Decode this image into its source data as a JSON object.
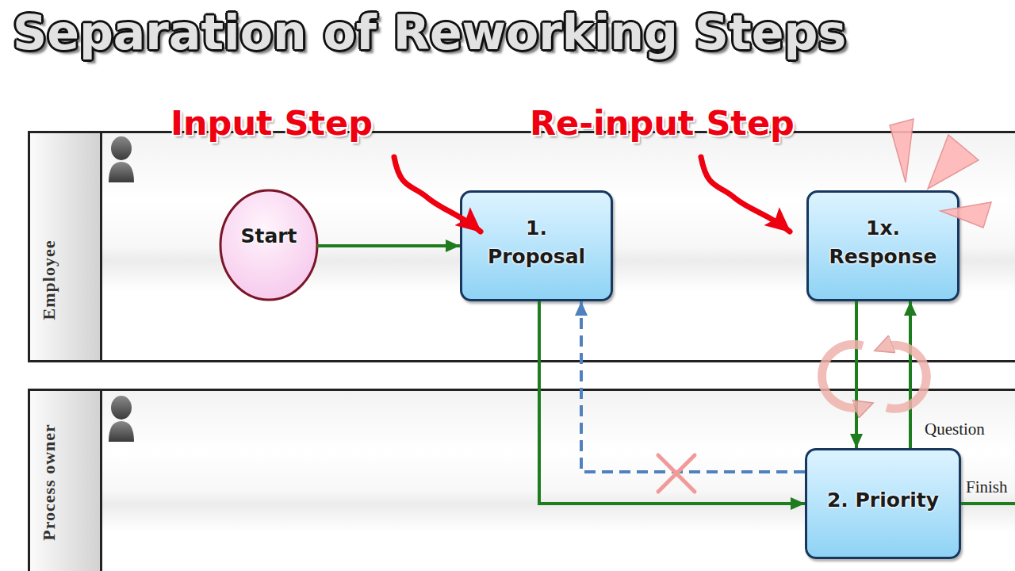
{
  "diagram": {
    "title": "Separation of Reworking Steps",
    "nodes": [
      {
        "text": [
          "Employee"
        ]
      },
      {
        "text": [
          "Start"
        ],
        "in": 0
      },
      {
        "text": [
          "1. Proposal"
        ],
        "in": 0
      },
      {
        "text": [
          "1x. Response"
        ],
        "in": 0
      },
      {
        "text": [
          "Process owner"
        ]
      },
      {
        "text": [
          "2. Priority"
        ],
        "in": 4
      }
    ],
    "edges": [
      {
        "from": 1,
        "to": 2,
        "arrow": "to"
      },
      {
        "from": 2,
        "to": 5,
        "arrow": "to"
      },
      {
        "from": 5,
        "to": 2,
        "arrow": "to"
      },
      {
        "from": 3,
        "to": 5,
        "arrow": "to"
      },
      {
        "from": 5,
        "to": 3,
        "arrow": "to",
        "label": "Question"
      }
    ],
    "labels": [
      "Input Step",
      "Re-input Step",
      "Finish"
    ]
  }
}
